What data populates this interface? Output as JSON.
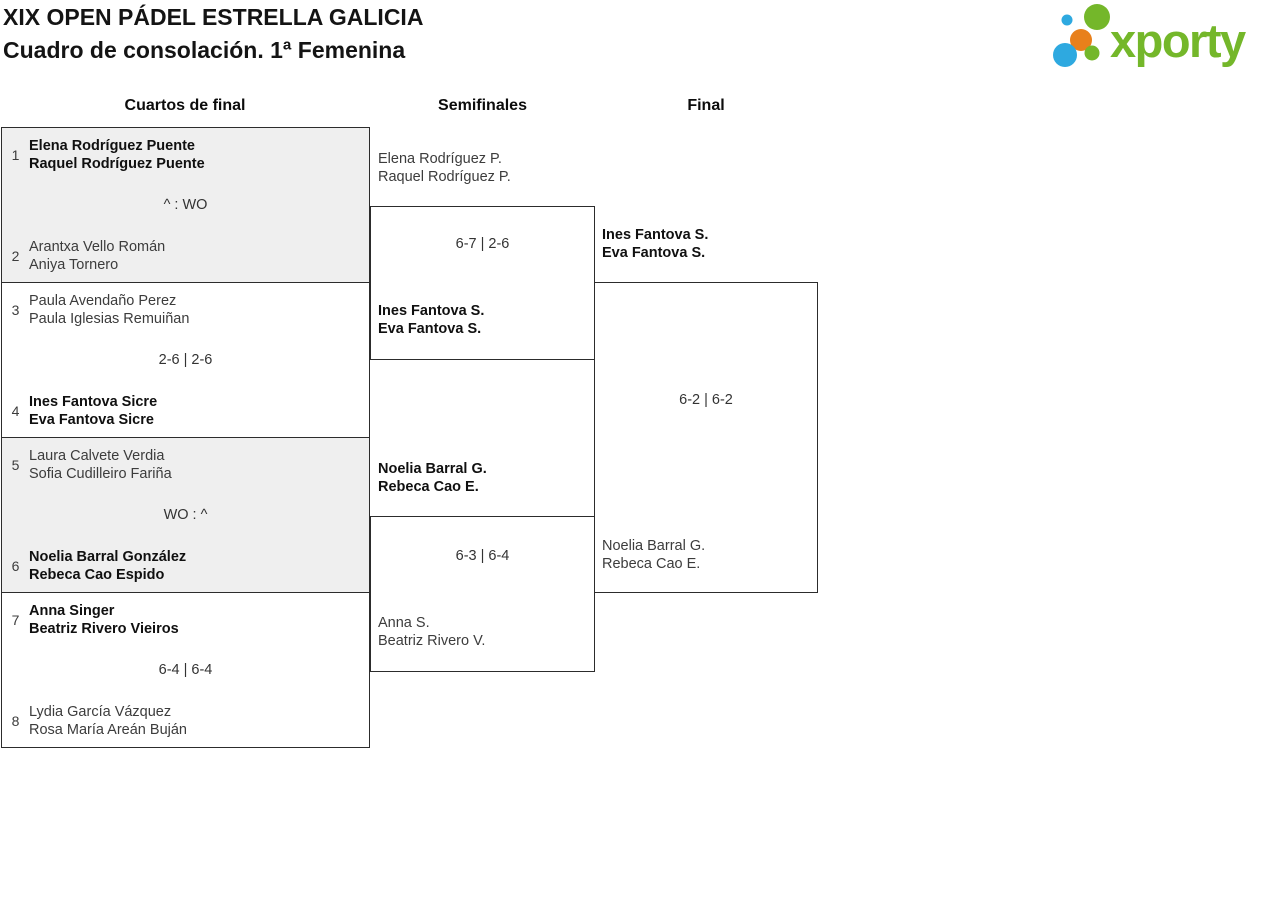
{
  "header": {
    "title_line1": "XIX OPEN PÁDEL ESTRELLA GALICIA",
    "title_line2": "Cuadro de consolación. 1ª Femenina",
    "logo_text": "xporty",
    "logo_colors": {
      "green": "#74b72a",
      "blue": "#2ea9e0",
      "orange": "#e8801b"
    }
  },
  "columns": {
    "quarterfinals_label": "Cuartos de final",
    "semifinals_label": "Semifinales",
    "final_label": "Final"
  },
  "quarterfinals": [
    {
      "score": "^ : WO",
      "teams": [
        {
          "seed": "1",
          "lines": [
            "Elena Rodríguez Puente",
            "Raquel Rodríguez Puente"
          ],
          "winner": true
        },
        {
          "seed": "2",
          "lines": [
            "Arantxa Vello Román",
            "Aniya Tornero"
          ],
          "winner": false
        }
      ]
    },
    {
      "score": "2-6 | 2-6",
      "teams": [
        {
          "seed": "3",
          "lines": [
            "Paula Avendaño Perez",
            "Paula Iglesias Remuiñan"
          ],
          "winner": false
        },
        {
          "seed": "4",
          "lines": [
            "Ines Fantova Sicre",
            "Eva Fantova Sicre"
          ],
          "winner": true
        }
      ]
    },
    {
      "score": "WO : ^",
      "teams": [
        {
          "seed": "5",
          "lines": [
            "Laura Calvete Verdia",
            "Sofia Cudilleiro Fariña"
          ],
          "winner": false
        },
        {
          "seed": "6",
          "lines": [
            "Noelia Barral González",
            "Rebeca Cao Espido"
          ],
          "winner": true
        }
      ]
    },
    {
      "score": "6-4 | 6-4",
      "teams": [
        {
          "seed": "7",
          "lines": [
            "Anna Singer",
            "Beatriz Rivero Vieiros"
          ],
          "winner": true
        },
        {
          "seed": "8",
          "lines": [
            "Lydia García Vázquez",
            "Rosa María Areán Buján"
          ],
          "winner": false
        }
      ]
    }
  ],
  "semifinals": [
    {
      "score": "6-7 | 2-6",
      "teams": [
        {
          "lines": [
            "Elena Rodríguez P.",
            "Raquel Rodríguez P."
          ],
          "winner": false
        },
        {
          "lines": [
            "Ines Fantova S.",
            "Eva Fantova S."
          ],
          "winner": true
        }
      ]
    },
    {
      "score": "6-3 | 6-4",
      "teams": [
        {
          "lines": [
            "Noelia Barral G.",
            "Rebeca Cao E."
          ],
          "winner": true
        },
        {
          "lines": [
            "Anna S.",
            "Beatriz Rivero V."
          ],
          "winner": false
        }
      ]
    }
  ],
  "final": {
    "score": "6-2 | 6-2",
    "teams": [
      {
        "lines": [
          "Ines Fantova S.",
          "Eva Fantova S."
        ],
        "winner": true
      },
      {
        "lines": [
          "Noelia Barral G.",
          "Rebeca Cao E."
        ],
        "winner": false
      }
    ]
  }
}
